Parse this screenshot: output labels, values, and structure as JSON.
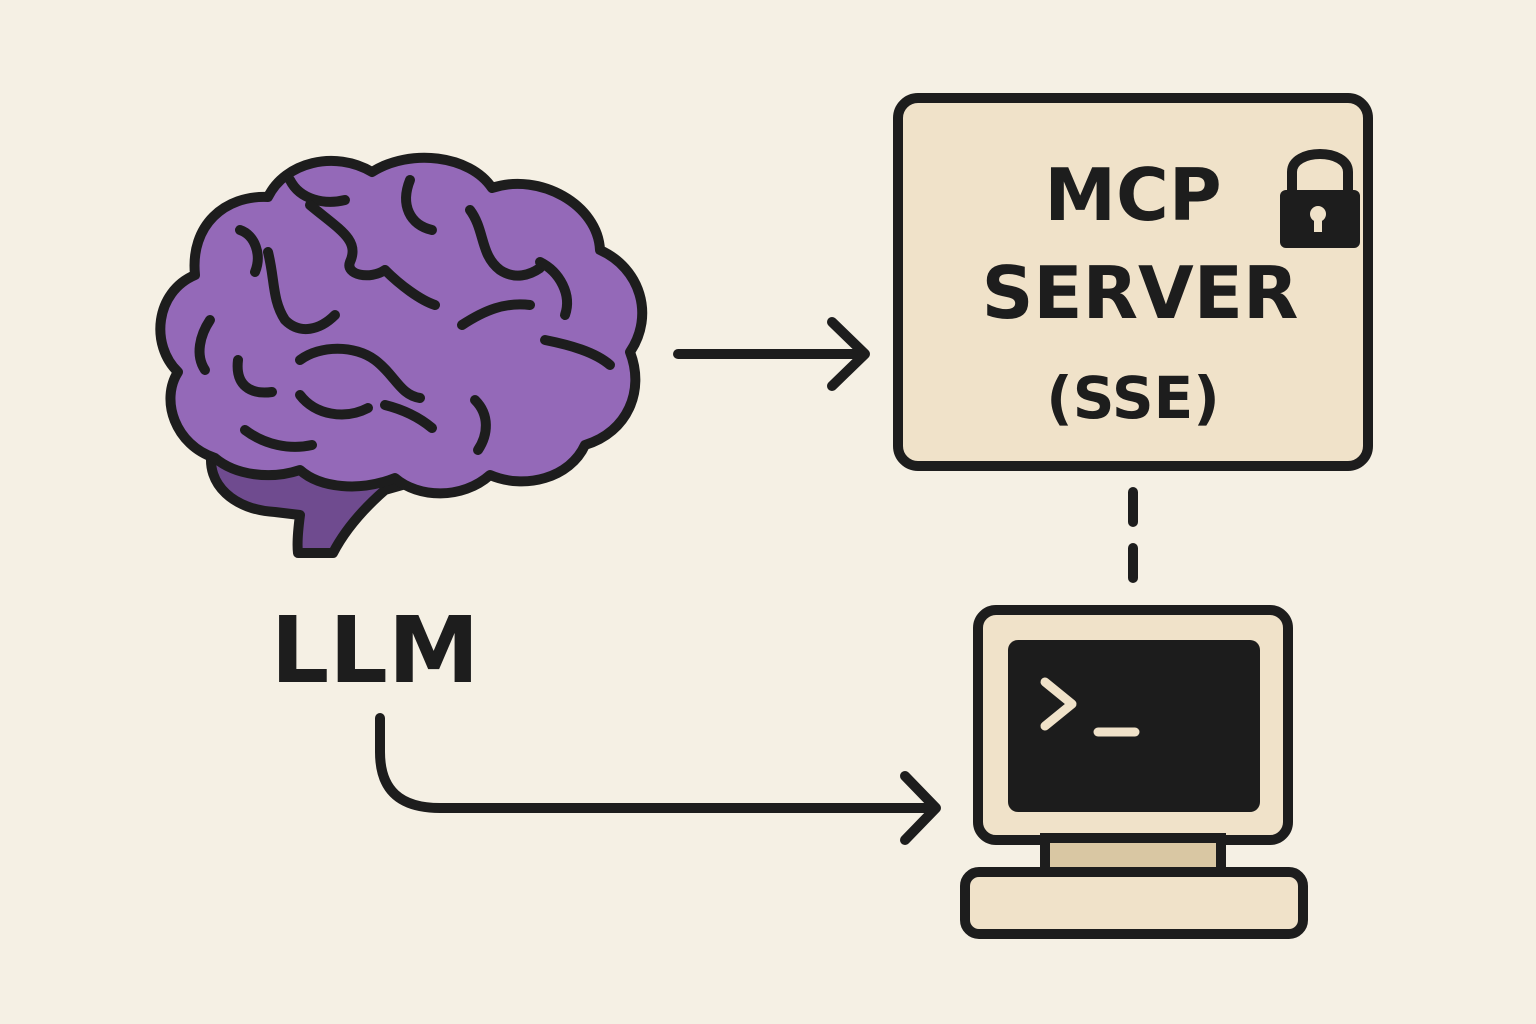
{
  "llm": {
    "label": "LLM",
    "icon": "brain-icon",
    "brain_color": "#9469b8",
    "cerebellum_color": "#6f4b8f"
  },
  "server": {
    "title_line1": "MCP",
    "title_line2": "SERVER",
    "title_line3": "(SSE)",
    "lock_icon": "lock-icon",
    "box_color": "#f0e2c9"
  },
  "terminal": {
    "icon": "computer-terminal-icon",
    "prompt_glyph": ">_",
    "screen_color": "#1c1c1c",
    "body_color": "#f0e2c9",
    "stand_color": "#d9c7a3"
  },
  "connections": [
    {
      "from": "llm",
      "to": "server",
      "style": "solid-arrow"
    },
    {
      "from": "llm",
      "to": "terminal",
      "style": "solid-arrow"
    },
    {
      "from": "server",
      "to": "terminal",
      "style": "dashed-line"
    }
  ],
  "colors": {
    "background": "#f5f0e4",
    "ink": "#1d1d1d"
  }
}
